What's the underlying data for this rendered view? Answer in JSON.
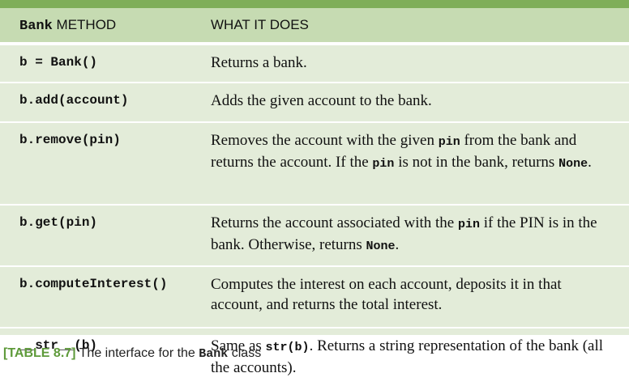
{
  "header": {
    "col1_code": "Bank",
    "col1_text": " METHOD",
    "col2": "WHAT IT DOES"
  },
  "rows": [
    {
      "method": "b = Bank()",
      "desc": [
        {
          "t": "Returns a bank."
        }
      ]
    },
    {
      "method": "b.add(account)",
      "desc": [
        {
          "t": "Adds the given account to the bank."
        }
      ]
    },
    {
      "method": "b.remove(pin)",
      "desc": [
        {
          "t": "Removes the account with the given "
        },
        {
          "c": "pin"
        },
        {
          "t": " from the bank and returns the account. If the "
        },
        {
          "c": "pin"
        },
        {
          "t": " is not in the bank, returns "
        },
        {
          "c": "None"
        },
        {
          "t": "."
        }
      ]
    },
    {
      "method": "b.get(pin)",
      "desc": [
        {
          "t": "Returns the account associated with the "
        },
        {
          "c": "pin"
        },
        {
          "t": " if the PIN is in the bank. Otherwise, returns "
        },
        {
          "c": "None"
        },
        {
          "t": "."
        }
      ]
    },
    {
      "method": "b.computeInterest()",
      "desc": [
        {
          "t": "Computes the interest on each account, deposits it in that account, and returns the total interest."
        }
      ]
    },
    {
      "method": "__str__(b)",
      "desc": [
        {
          "t": "Same as "
        },
        {
          "c": "str(b)"
        },
        {
          "t": ".  Returns a string representation of the bank (all the accounts)."
        }
      ]
    }
  ],
  "caption": {
    "tag": "[TABLE 8.7]",
    "text": " The interface for the ",
    "code": "Bank",
    "text2": " class"
  },
  "colors": {
    "accent": "#7fae59",
    "header_bg": "#c6dbb2",
    "body_bg": "#e3ecd9",
    "caption_tag": "#5e9a3a"
  }
}
